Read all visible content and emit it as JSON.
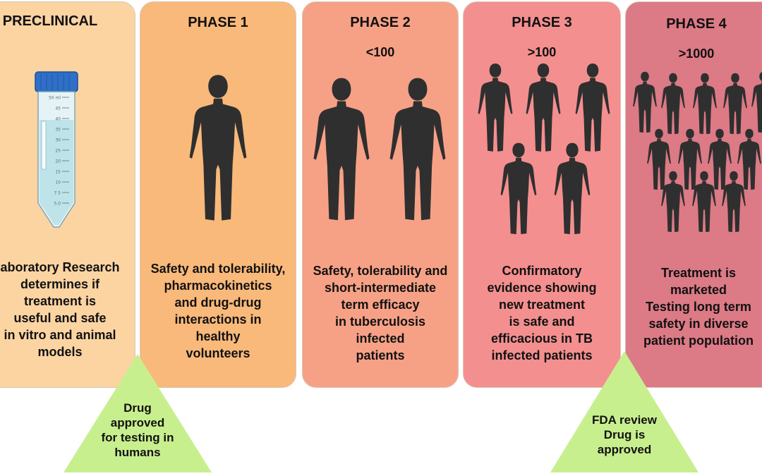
{
  "colors": {
    "preclinical": "#fbd4a2",
    "phase1": "#f9b97a",
    "phase2": "#f6a186",
    "phase3": "#f48f8f",
    "phase4": "#dc7a86",
    "silhouette": "#2f2f2f",
    "triangle": "#c8ef8e"
  },
  "preclinical": {
    "title": "PRECLINICAL",
    "icon": "centrifuge-tube-icon",
    "tube_marks": [
      "50 ml",
      "45",
      "40",
      "35",
      "30",
      "25",
      "20",
      "15",
      "10",
      "7.5",
      "5.0"
    ],
    "desc": [
      "aboratory Research",
      "determines if",
      "treatment is",
      "useful and safe",
      "in vitro and animal",
      "models"
    ]
  },
  "phase1": {
    "title": "PHASE 1",
    "count": "",
    "icon": "person-silhouette-icon",
    "people": 1,
    "desc": [
      "Safety and tolerability,",
      "pharmacokinetics",
      "and drug-drug",
      "interactions in",
      "healthy",
      "volunteers"
    ]
  },
  "phase2": {
    "title": "PHASE 2",
    "count": "<100",
    "icon": "person-silhouette-icon",
    "people": 2,
    "desc": [
      "Safety, tolerability and",
      "short-intermediate",
      "term efficacy",
      "in tuberculosis",
      "infected",
      "patients"
    ]
  },
  "phase3": {
    "title": "PHASE 3",
    "count": ">100",
    "icon": "person-silhouette-icon",
    "people": 5,
    "desc": [
      "Confirmatory",
      "evidence showing",
      "new treatment",
      "is safe and",
      "efficacious in TB",
      "infected patients"
    ]
  },
  "phase4": {
    "title": "PHASE 4",
    "count": ">1000",
    "icon": "person-silhouette-icon",
    "people": 14,
    "desc": [
      "Treatment is",
      "marketed",
      "Testing long term",
      "safety in diverse",
      "patient population"
    ]
  },
  "milestones": [
    {
      "lines": [
        "Drug",
        "approved",
        "for testing in",
        "humans"
      ]
    },
    {
      "lines": [
        "FDA review",
        "Drug is",
        "approved"
      ]
    }
  ]
}
